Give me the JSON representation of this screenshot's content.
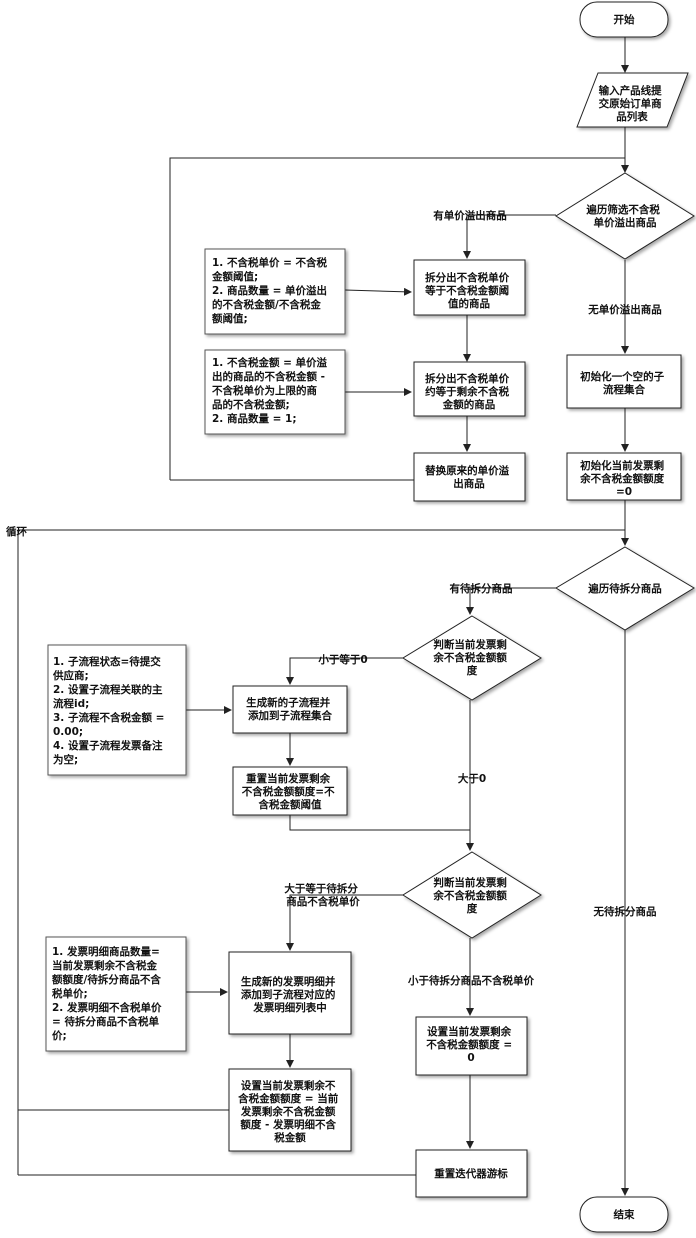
{
  "start": "开始",
  "input_product_list": [
    "输入产品线提",
    "交原始订单商",
    "品列表"
  ],
  "traverse_overprice": [
    "遍历筛选不含税",
    "单价溢出商品"
  ],
  "label_has_overprice": "有单价溢出商品",
  "label_no_overprice": "无单价溢出商品",
  "split_equal_threshold": [
    "拆分出不含税单价",
    "等于不含税金额阈",
    "值的商品"
  ],
  "split_remainder": [
    "拆分出不含税单价",
    "约等于剩余不含税",
    "金额的商品"
  ],
  "replace_original": [
    "替换原来的单价溢",
    "出商品"
  ],
  "note1": [
    "1. 不含税单价 = 不含税",
    "金额阈值;",
    "2. 商品数量 = 单价溢出",
    "的不含税金额/不含税金",
    "额阈值;"
  ],
  "note2": [
    "1. 不含税金额 = 单价溢",
    "出的商品的不含税金额 -",
    "不含税单价为上限的商",
    "品的不含税金额;",
    "2. 商品数量 = 1;"
  ],
  "init_subflow_set": [
    "初始化一个空的子",
    "流程集合"
  ],
  "init_remaining": [
    "初始化当前发票剩",
    "余不含税金额额度",
    "=0"
  ],
  "loop_label": "循环",
  "traverse_pending": "遍历待拆分商品",
  "label_has_pending": "有待拆分商品",
  "label_no_pending": "无待拆分商品",
  "judge_remaining_1": [
    "判断当前发票剩",
    "余不含税金额额",
    "度"
  ],
  "label_le_zero": "小于等于0",
  "label_gt_zero": "大于0",
  "generate_subflow": [
    "生成新的子流程并",
    "添加到子流程集合"
  ],
  "note3": [
    "1. 子流程状态=待提交",
    "供应商;",
    "2. 设置子流程关联的主",
    "流程id;",
    "3. 子流程不含税金额 =",
    "0.00;",
    "4. 设置子流程发票备注",
    "为空;"
  ],
  "reset_remaining": [
    "重置当前发票剩余",
    "不含税金额额度=不",
    "含税金额阈值"
  ],
  "judge_remaining_2": [
    "判断当前发票剩",
    "余不含税金额额",
    "度"
  ],
  "label_ge_price": [
    "大于等于待拆分",
    "商品不含税单价"
  ],
  "label_lt_price": "小于待拆分商品不含税单价",
  "generate_detail": [
    "生成新的发票明细并",
    "添加到子流程对应的",
    "发票明细列表中"
  ],
  "note4": [
    "1. 发票明细商品数量=",
    "当前发票剩余不含税金",
    "额额度/待拆分商品不含",
    "税单价;",
    "2. 发票明细不含税单价",
    "= 待拆分商品不含税单",
    "价;"
  ],
  "set_remaining_zero": [
    "设置当前发票剩余",
    "不含税金额额度 =",
    "0"
  ],
  "set_remaining_diff": [
    "设置当前发票剩余不",
    "含税金额额度 = 当前",
    "发票剩余不含税金额",
    "额度 - 发票明细不含",
    "税金额"
  ],
  "reset_iterator": "重置迭代器游标",
  "end": "结束"
}
